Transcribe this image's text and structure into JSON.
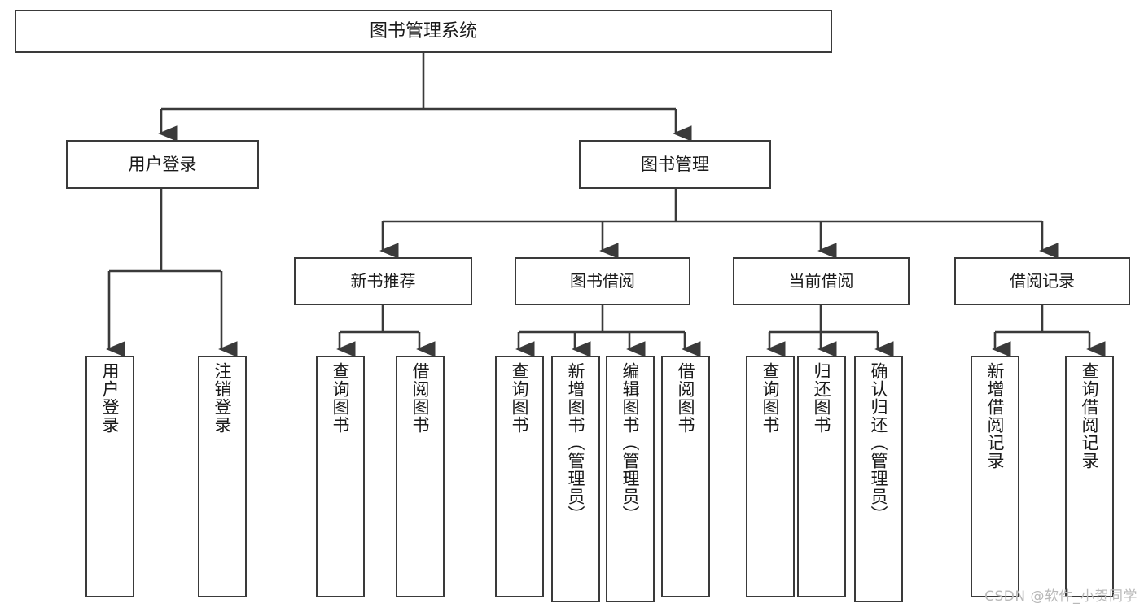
{
  "diagram": {
    "type": "tree-hierarchy",
    "title": "图书管理系统",
    "watermark": "CSDN @软件_小贺同学",
    "colors": {
      "background": "#ffffff",
      "box_border": "#3a3a3a",
      "box_fill": "#ffffff",
      "connector": "#3a3a3a",
      "text": "#1a1a1a",
      "watermark": "#b9b9b9"
    },
    "nodes": {
      "root": {
        "label": "图书管理系统"
      },
      "level2": [
        {
          "id": "user-login",
          "label": "用户登录"
        },
        {
          "id": "book-manage",
          "label": "图书管理"
        }
      ],
      "level3": [
        {
          "id": "new-book-recommend",
          "label": "新书推荐"
        },
        {
          "id": "book-borrow",
          "label": "图书借阅"
        },
        {
          "id": "current-borrow",
          "label": "当前借阅"
        },
        {
          "id": "borrow-record",
          "label": "借阅记录"
        }
      ],
      "leaves": {
        "user_login": [
          {
            "id": "leaf-user-login",
            "label": "用户登录"
          },
          {
            "id": "leaf-logout-login",
            "label": "注销登录"
          }
        ],
        "new_book_recommend": [
          {
            "id": "leaf-query-book-1",
            "label": "查询图书"
          },
          {
            "id": "leaf-borrow-book-1",
            "label": "借阅图书"
          }
        ],
        "book_borrow": [
          {
            "id": "leaf-query-book-2",
            "label": "查询图书"
          },
          {
            "id": "leaf-add-book",
            "label": "新增图书（管理员）"
          },
          {
            "id": "leaf-edit-book",
            "label": "编辑图书（管理员）"
          },
          {
            "id": "leaf-borrow-book-2",
            "label": "借阅图书"
          }
        ],
        "current_borrow": [
          {
            "id": "leaf-query-book-3",
            "label": "查询图书"
          },
          {
            "id": "leaf-return-book",
            "label": "归还图书"
          },
          {
            "id": "leaf-confirm-return",
            "label": "确认归还（管理员）"
          }
        ],
        "borrow_record": [
          {
            "id": "leaf-add-record",
            "label": "新增借阅记录"
          },
          {
            "id": "leaf-query-record",
            "label": "查询借阅记录"
          }
        ]
      }
    }
  }
}
